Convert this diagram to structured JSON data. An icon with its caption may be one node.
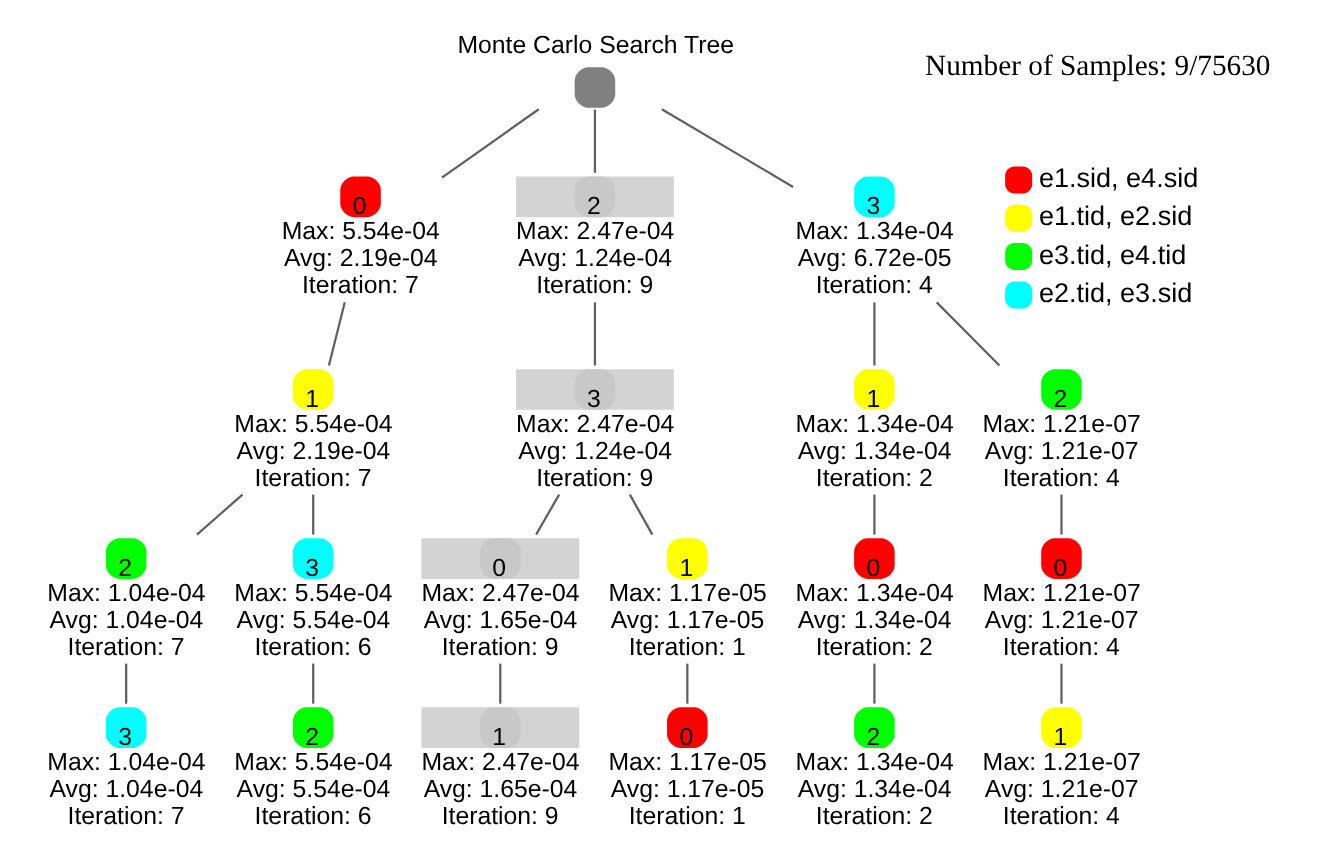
{
  "diagram": {
    "nodes": [
      {
        "text": [
          "Monte Carlo Search Tree"
        ]
      },
      {
        "text": [
          "0"
        ],
        "beside": [
          "Max: 5.54e-04",
          "Avg: 2.19e-04",
          "Iteration: 7"
        ]
      },
      {
        "text": [
          "2"
        ],
        "beside": [
          "Max: 2.47e-04",
          "Avg: 1.24e-04",
          "Iteration: 9"
        ]
      },
      {
        "text": [
          "3"
        ],
        "beside": [
          "Max: 1.34e-04",
          "Avg: 6.72e-05",
          "Iteration: 4"
        ]
      },
      {
        "text": [
          "1"
        ],
        "beside": [
          "Max: 5.54e-04",
          "Avg: 2.19e-04",
          "Iteration: 7"
        ]
      },
      {
        "text": [
          "3"
        ],
        "beside": [
          "Max: 2.47e-04",
          "Avg: 1.24e-04",
          "Iteration: 9"
        ]
      },
      {
        "text": [
          "1"
        ],
        "beside": [
          "Max: 1.34e-04",
          "Avg: 1.34e-04",
          "Iteration: 2"
        ]
      },
      {
        "text": [
          "2"
        ],
        "beside": [
          "Max: 1.21e-07",
          "Avg: 1.21e-07",
          "Iteration: 4"
        ]
      },
      {
        "text": [
          "2"
        ],
        "beside": [
          "Max: 1.04e-04",
          "Avg: 1.04e-04",
          "Iteration: 7"
        ]
      },
      {
        "text": [
          "3"
        ],
        "beside": [
          "Max: 5.54e-04",
          "Avg: 5.54e-04",
          "Iteration: 6"
        ]
      },
      {
        "text": [
          "0"
        ],
        "beside": [
          "Max: 2.47e-04",
          "Avg: 1.65e-04",
          "Iteration: 9"
        ]
      },
      {
        "text": [
          "1"
        ],
        "beside": [
          "Max: 1.17e-05",
          "Avg: 1.17e-05",
          "Iteration: 1"
        ]
      },
      {
        "text": [
          "0"
        ],
        "beside": [
          "Max: 1.34e-04",
          "Avg: 1.34e-04",
          "Iteration: 2"
        ]
      },
      {
        "text": [
          "0"
        ],
        "beside": [
          "Max: 1.21e-07",
          "Avg: 1.21e-07",
          "Iteration: 4"
        ]
      },
      {
        "text": [
          "3"
        ],
        "beside": [
          "Max: 1.04e-04",
          "Avg: 1.04e-04",
          "Iteration: 7"
        ]
      },
      {
        "text": [
          "2"
        ],
        "beside": [
          "Max: 5.54e-04",
          "Avg: 5.54e-04",
          "Iteration: 6"
        ]
      },
      {
        "text": [
          "1"
        ],
        "beside": [
          "Max: 2.47e-04",
          "Avg: 1.65e-04",
          "Iteration: 9"
        ]
      },
      {
        "text": [
          "0"
        ],
        "beside": [
          "Max: 1.17e-05",
          "Avg: 1.17e-05",
          "Iteration: 1"
        ]
      },
      {
        "text": [
          "2"
        ],
        "beside": [
          "Max: 1.34e-04",
          "Avg: 1.34e-04",
          "Iteration: 2"
        ]
      },
      {
        "text": [
          "1"
        ],
        "beside": [
          "Max: 1.21e-07",
          "Avg: 1.21e-07",
          "Iteration: 4"
        ]
      }
    ],
    "edges": [
      {
        "from": 0,
        "to": 1,
        "arrow": "none"
      },
      {
        "from": 0,
        "to": 2,
        "arrow": "none"
      },
      {
        "from": 0,
        "to": 3,
        "arrow": "none"
      },
      {
        "from": 1,
        "to": 4,
        "arrow": "none"
      },
      {
        "from": 2,
        "to": 5,
        "arrow": "none"
      },
      {
        "from": 3,
        "to": 6,
        "arrow": "none"
      },
      {
        "from": 3,
        "to": 7,
        "arrow": "none"
      },
      {
        "from": 4,
        "to": 8,
        "arrow": "none"
      },
      {
        "from": 4,
        "to": 9,
        "arrow": "none"
      },
      {
        "from": 5,
        "to": 10,
        "arrow": "none"
      },
      {
        "from": 5,
        "to": 11,
        "arrow": "none"
      },
      {
        "from": 6,
        "to": 12,
        "arrow": "none"
      },
      {
        "from": 7,
        "to": 13,
        "arrow": "none"
      },
      {
        "from": 8,
        "to": 14,
        "arrow": "none"
      },
      {
        "from": 9,
        "to": 15,
        "arrow": "none"
      },
      {
        "from": 10,
        "to": 16,
        "arrow": "none"
      },
      {
        "from": 11,
        "to": 17,
        "arrow": "none"
      },
      {
        "from": 12,
        "to": 18,
        "arrow": "none"
      },
      {
        "from": 13,
        "to": 19,
        "arrow": "none"
      }
    ],
    "labels": [
      "Number of Samples: 9/75630"
    ],
    "legend": [
      {
        "text": "e1.sid, e4.sid",
        "color": "#ff0000"
      },
      {
        "text": "e1.tid, e2.sid",
        "color": "#ffff00"
      },
      {
        "text": "e3.tid, e4.tid",
        "color": "#00ff00"
      },
      {
        "text": "e2.tid, e3.sid",
        "color": "#00ffff"
      }
    ]
  }
}
